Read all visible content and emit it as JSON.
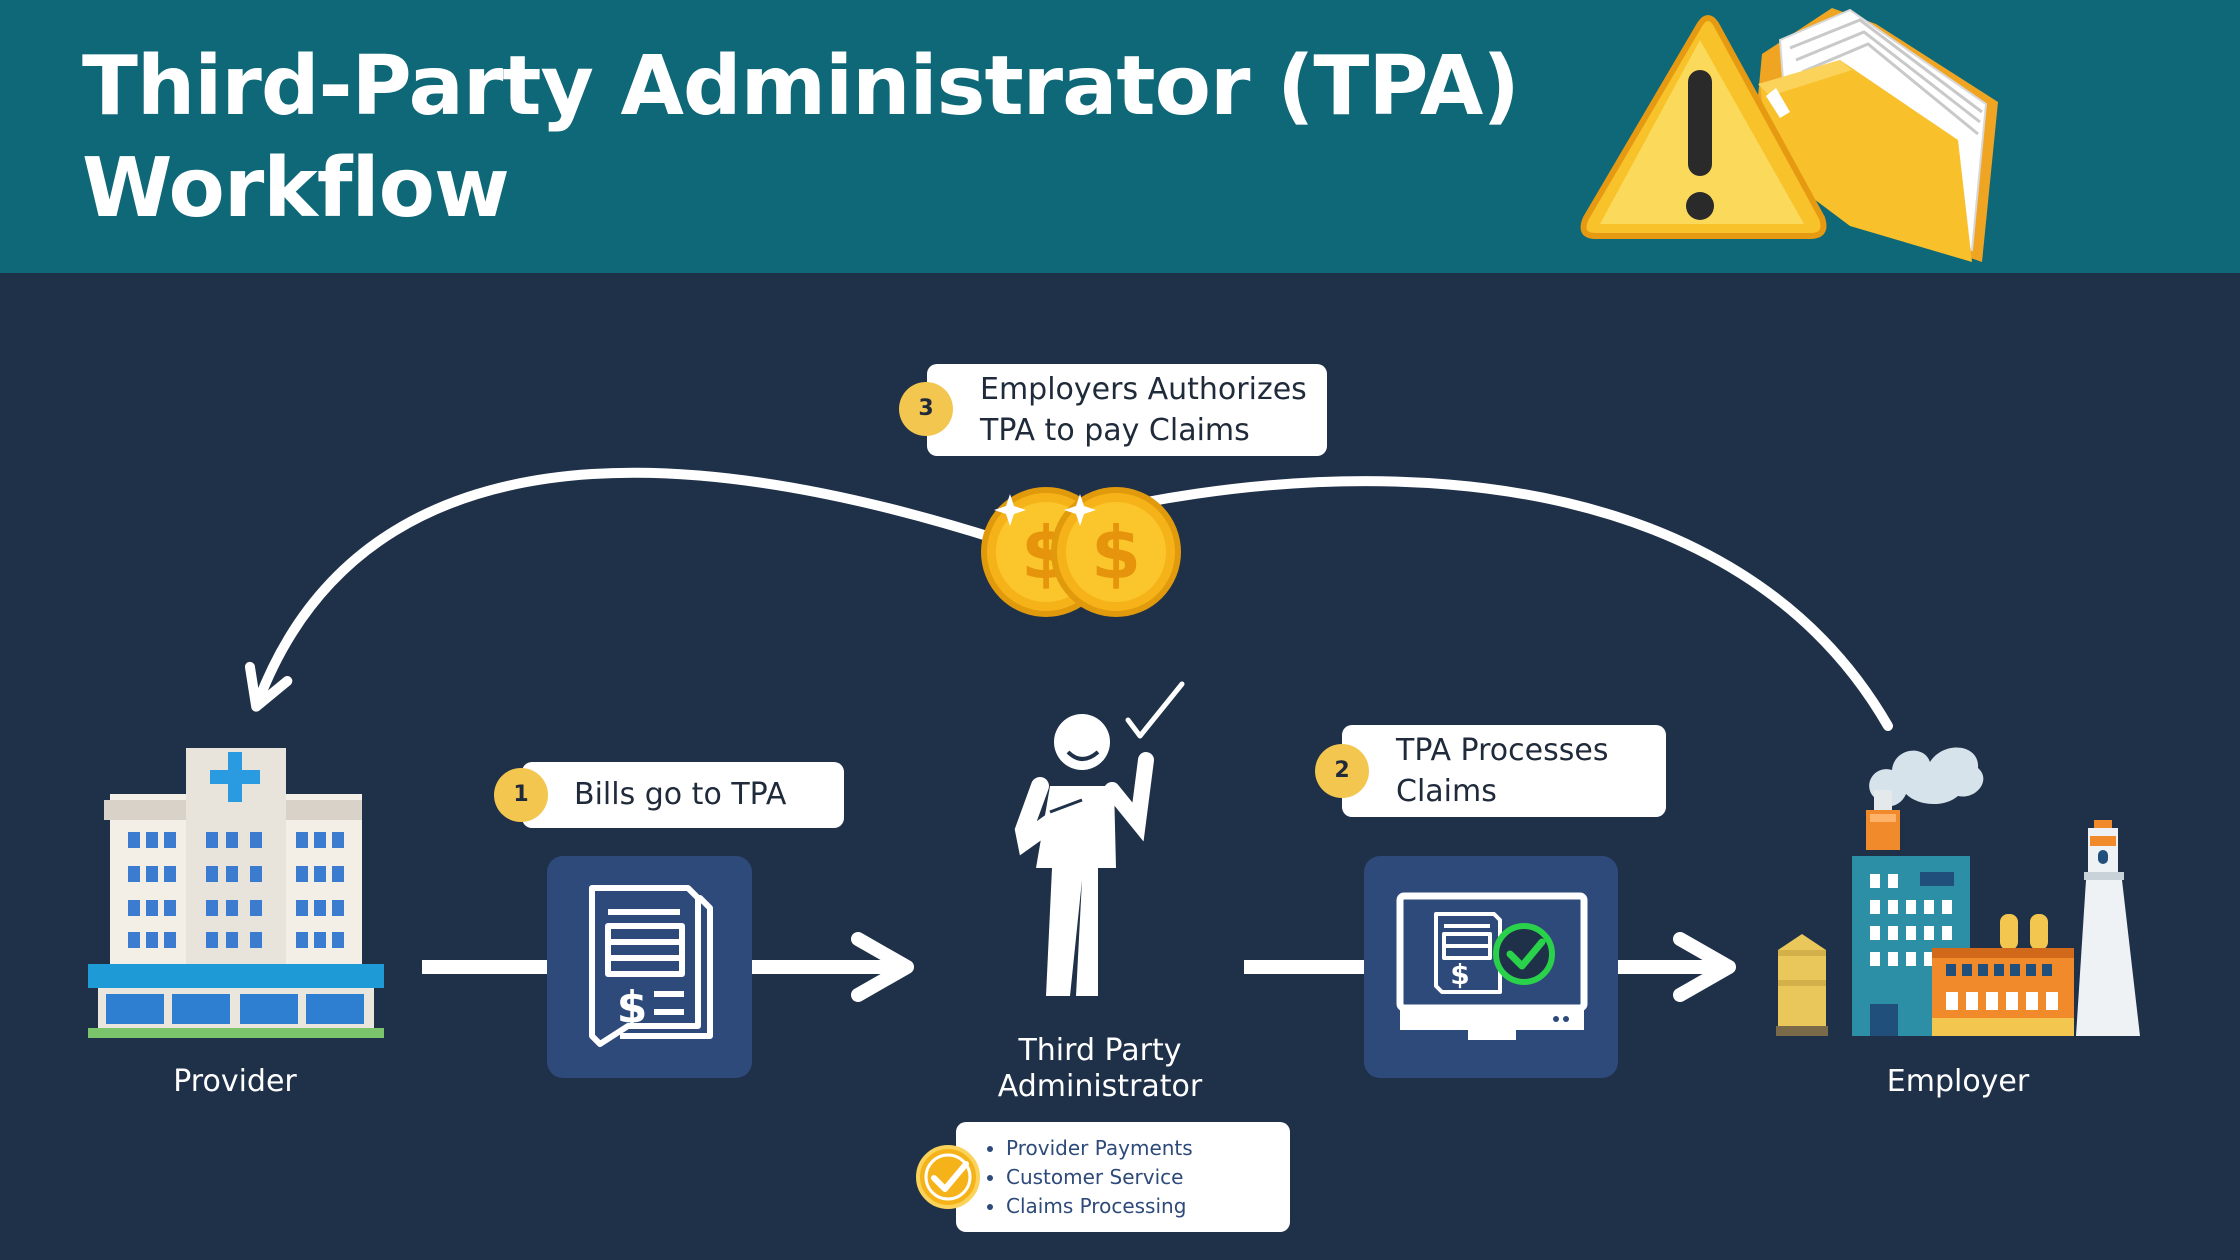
{
  "title": {
    "line1": "Third-Party Administrator (TPA)",
    "line2": "Workflow"
  },
  "steps": [
    {
      "number": "1",
      "label": "Bills go to TPA"
    },
    {
      "number": "2",
      "label_line1": "TPA Processes",
      "label_line2": "Claims"
    },
    {
      "number": "3",
      "label_line1": "Employers Authorizes",
      "label_line2": "TPA to pay Claims"
    }
  ],
  "actors": {
    "provider": "Provider",
    "tpa_line1": "Third Party",
    "tpa_line2": "Administrator",
    "employer": "Employer"
  },
  "tpa_duties": [
    "Provider Payments",
    "Customer Service",
    "Claims Processing"
  ],
  "icons": [
    "warning-icon",
    "folder-icon",
    "hospital-icon",
    "bill-document-icon",
    "person-icon",
    "checkmark-icon",
    "computer-monitor-icon",
    "factory-icon",
    "coins-icon",
    "check-badge-icon"
  ],
  "colors": {
    "header": "#0e6878",
    "background": "#1f3049",
    "tile": "#2e4a7a",
    "badge": "#f3c64f",
    "coin": "#f6b319",
    "accent_green": "#2ad14a"
  }
}
